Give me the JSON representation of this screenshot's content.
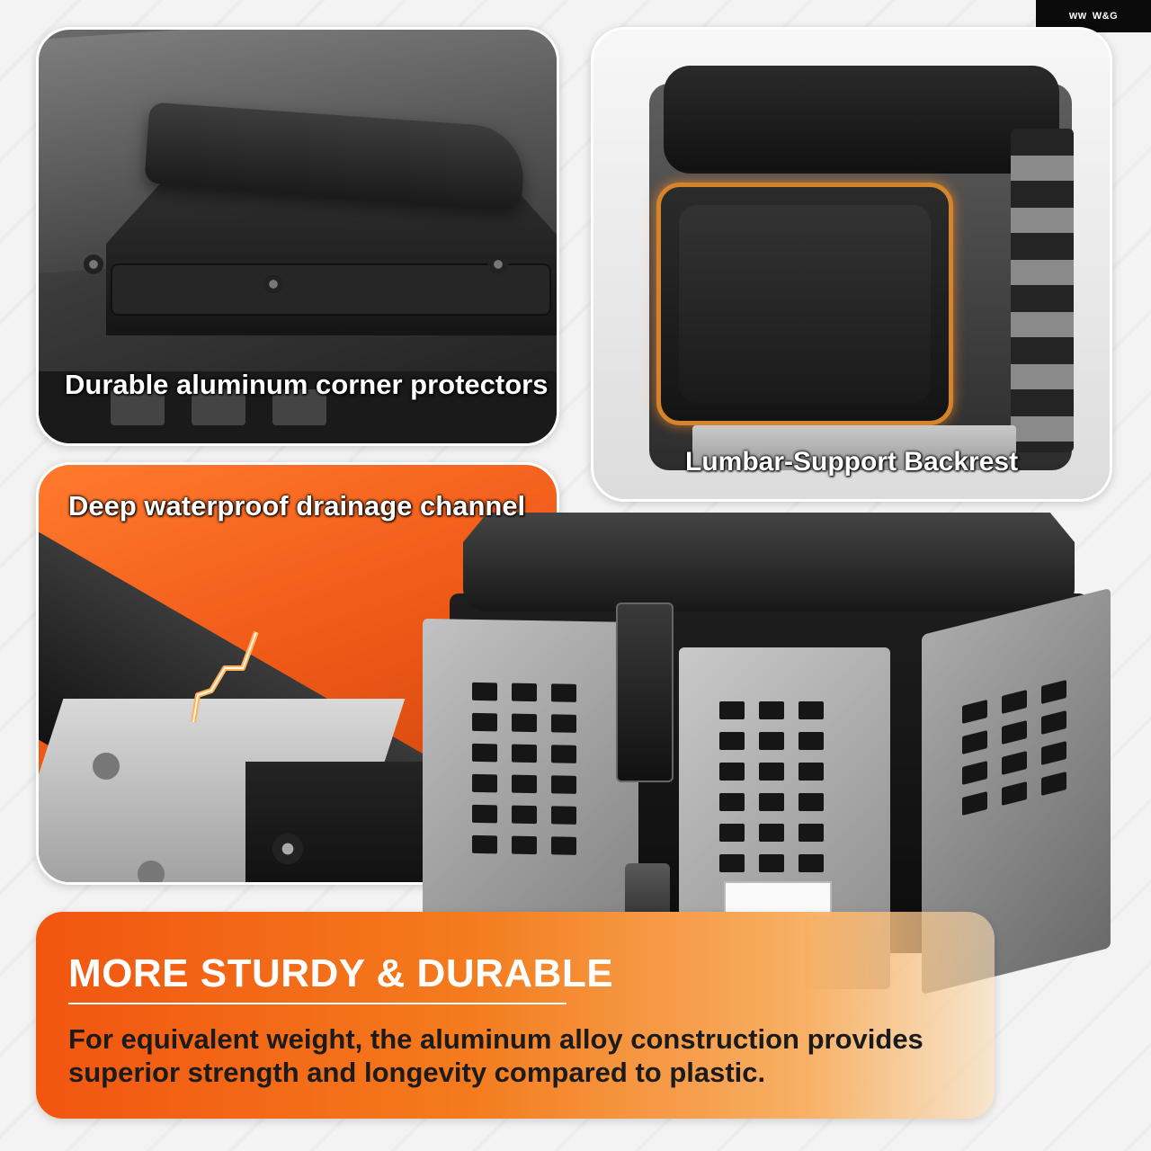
{
  "brand": {
    "logo_text": "W&G",
    "logo_mark": "WW"
  },
  "panels": {
    "corner": {
      "caption": "Durable aluminum corner protectors"
    },
    "backrest": {
      "caption": "Lumbar-Support Backrest"
    },
    "drainage": {
      "caption": "Deep waterproof drainage channel"
    }
  },
  "banner": {
    "headline": "MORE STURDY & DURABLE",
    "description": "For equivalent weight, the aluminum alloy construction provides superior strength and longevity compared to plastic."
  },
  "colors": {
    "accent_orange": "#f25510",
    "glow_orange": "#d5842c",
    "logo_bg": "#0b0b0b"
  },
  "icons": {
    "logo": "wg-logo-icon",
    "channel_marker": "zigzag-highlight-icon"
  }
}
